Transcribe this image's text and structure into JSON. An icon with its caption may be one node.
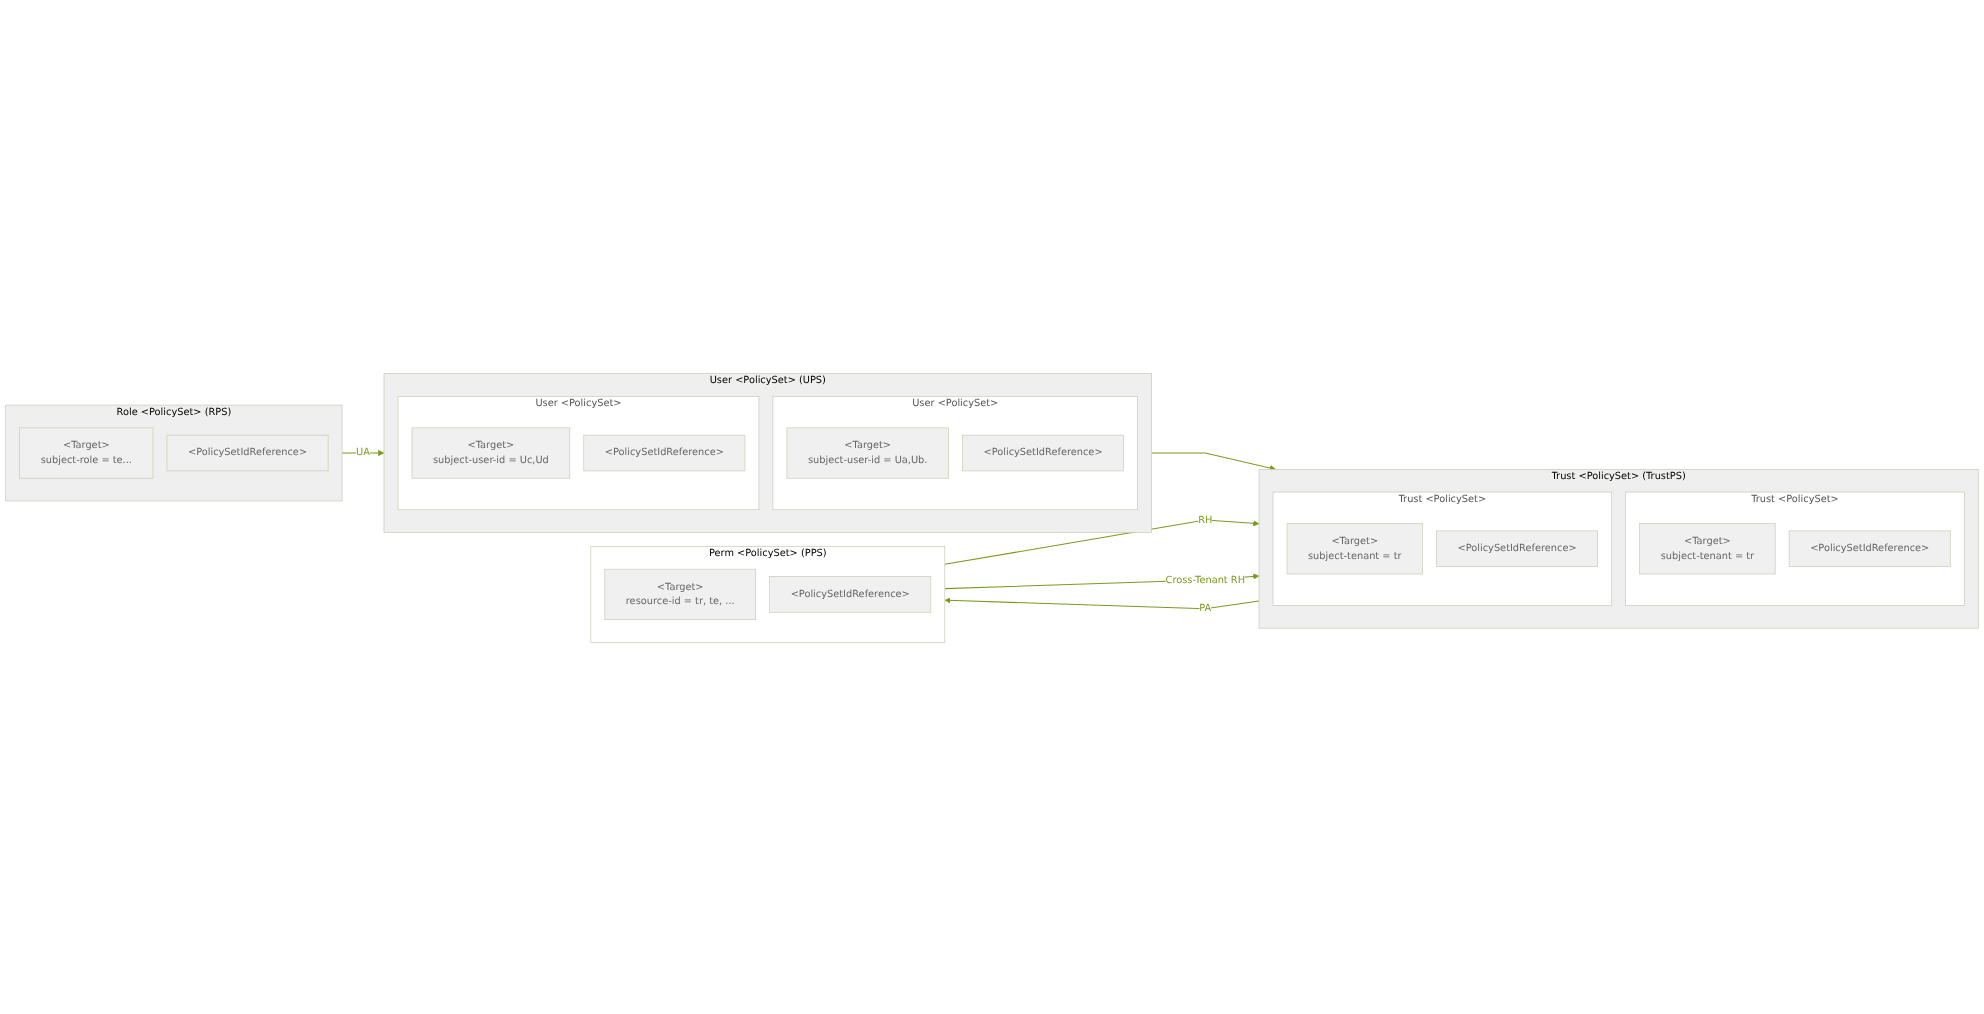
{
  "diagram": {
    "nodes": [
      {
        "text": [
          "Role <PolicySet> (RPS)"
        ]
      },
      {
        "text": [
          "<Target>",
          "subject-role = te..."
        ],
        "in": 0
      },
      {
        "text": [
          "<PolicySetIdReference>"
        ],
        "in": 0
      },
      {
        "text": [
          "User <PolicySet> (UPS)"
        ]
      },
      {
        "text": [
          "User <PolicySet>"
        ],
        "in": 3
      },
      {
        "text": [
          "<Target>",
          "subject-user-id = Ua,Ub."
        ],
        "in": 4
      },
      {
        "text": [
          "<PolicySetIdReference>"
        ],
        "in": 4
      },
      {
        "text": [
          "User <PolicySet>"
        ],
        "in": 3
      },
      {
        "text": [
          "<Target>",
          "subject-user-id = Uc,Ud"
        ],
        "in": 7
      },
      {
        "text": [
          "<PolicySetIdReference>"
        ],
        "in": 7
      },
      {
        "text": [
          "Trust <PolicySet> (TrustPS)"
        ]
      },
      {
        "text": [
          "Trust <PolicySet>"
        ],
        "in": 10
      },
      {
        "text": [
          "<Target>",
          "subject-tenant = tr"
        ],
        "in": 11
      },
      {
        "text": [
          "<PolicySetIdReference>"
        ],
        "in": 11
      },
      {
        "text": [
          "Trust <PolicySet>"
        ],
        "in": 10
      },
      {
        "text": [
          "<Target>",
          "subject-tenant = tr"
        ],
        "in": 14
      },
      {
        "text": [
          "<PolicySetIdReference>"
        ],
        "in": 14
      },
      {
        "text": [
          "Perm <PolicySet> (PPS)"
        ]
      },
      {
        "text": [
          "<Target>",
          "resource-id = tr, te, ..."
        ],
        "in": 17
      },
      {
        "text": [
          "<PolicySetIdReference>"
        ],
        "in": 17
      }
    ],
    "edges": [
      {
        "from": 0,
        "to": 3,
        "label": "UA",
        "arrow": "to"
      },
      {
        "from": 3,
        "to": 10,
        "arrow": "to"
      },
      {
        "from": 10,
        "to": 17,
        "label": "PA",
        "arrow": "to"
      },
      {
        "from": 17,
        "to": 10,
        "label": "RH",
        "arrow": "to"
      },
      {
        "from": 17,
        "to": 10,
        "label": "Cross-Tenant RH",
        "arrow": "to"
      }
    ]
  }
}
